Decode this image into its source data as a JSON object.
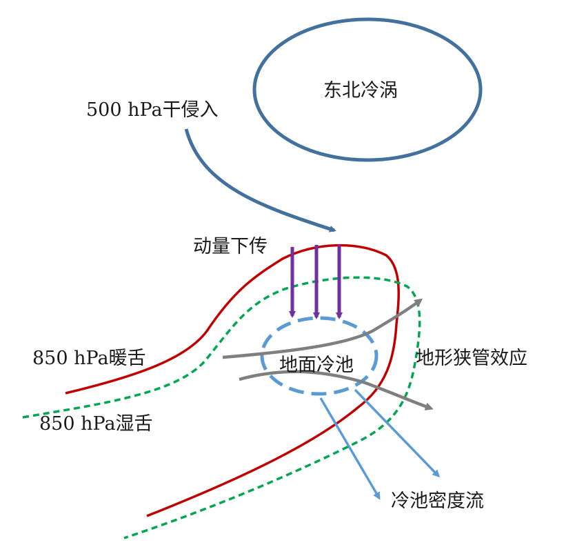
{
  "labels": {
    "cold_vortex": "东北冷涡",
    "dry_intrusion": "500 hPa干侵入",
    "momentum_downward": "动量下传",
    "warm_tongue": "850 hPa暖舌",
    "wet_tongue": "850 hPa湿舌",
    "cold_pool": "地面冷池",
    "terrain_effect": "地形狭管效应",
    "density_current": "冷池密度流"
  },
  "colors": {
    "vortex": "#41719c",
    "dry_intrusion": "#41719c",
    "warm_tongue": "#c00000",
    "wet_tongue": "#00a650",
    "momentum": "#7030a0",
    "cold_pool": "#5b9bd5",
    "terrain_flow": "#7f7f7f",
    "density_current": "#5b9bd5",
    "text": "#1a1a1a"
  }
}
